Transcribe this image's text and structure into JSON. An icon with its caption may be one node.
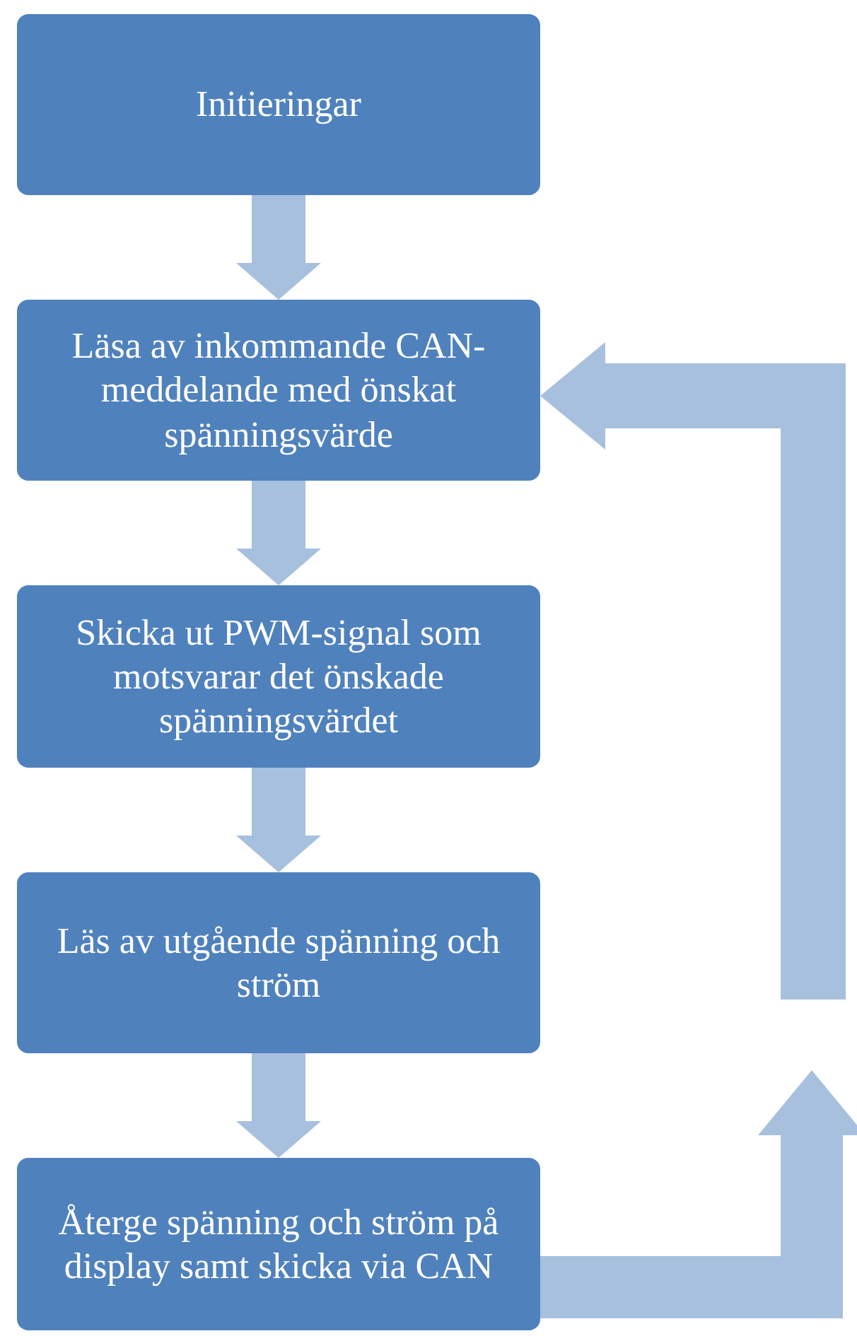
{
  "diagram": {
    "nodes": [
      {
        "text": [
          "Initieringar"
        ]
      },
      {
        "text": [
          "Läsa av inkommande CAN-meddelande med önskat spänningsvärde"
        ]
      },
      {
        "text": [
          "Skicka ut PWM-signal som motsvarar det önskade spänningsvärdet"
        ]
      },
      {
        "text": [
          "Läs av utgående spänning och ström"
        ]
      },
      {
        "text": [
          "Återge spänning och ström på display samt skicka via CAN"
        ]
      }
    ],
    "edges": [
      {
        "from": 0,
        "to": 1,
        "arrow": "to"
      },
      {
        "from": 1,
        "to": 2,
        "arrow": "to"
      },
      {
        "from": 2,
        "to": 3,
        "arrow": "to"
      },
      {
        "from": 3,
        "to": 4,
        "arrow": "to"
      },
      {
        "from": 4,
        "to": null,
        "arrow": "to"
      },
      {
        "from": null,
        "to": 1,
        "arrow": "to"
      }
    ]
  }
}
